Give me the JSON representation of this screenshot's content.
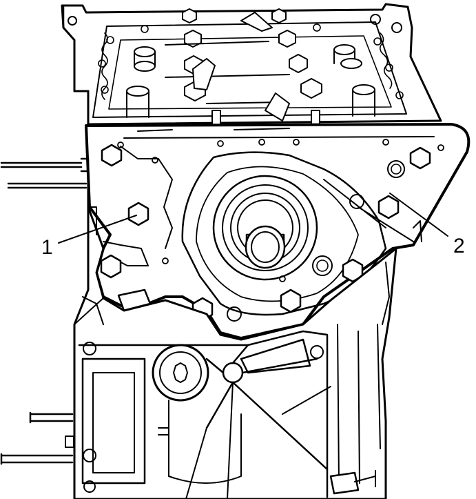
{
  "diagram": {
    "callouts": [
      {
        "id": "1",
        "label": "1"
      },
      {
        "id": "2",
        "label": "2"
      }
    ],
    "colors": {
      "ink": "#000000",
      "paper": "#ffffff"
    }
  }
}
